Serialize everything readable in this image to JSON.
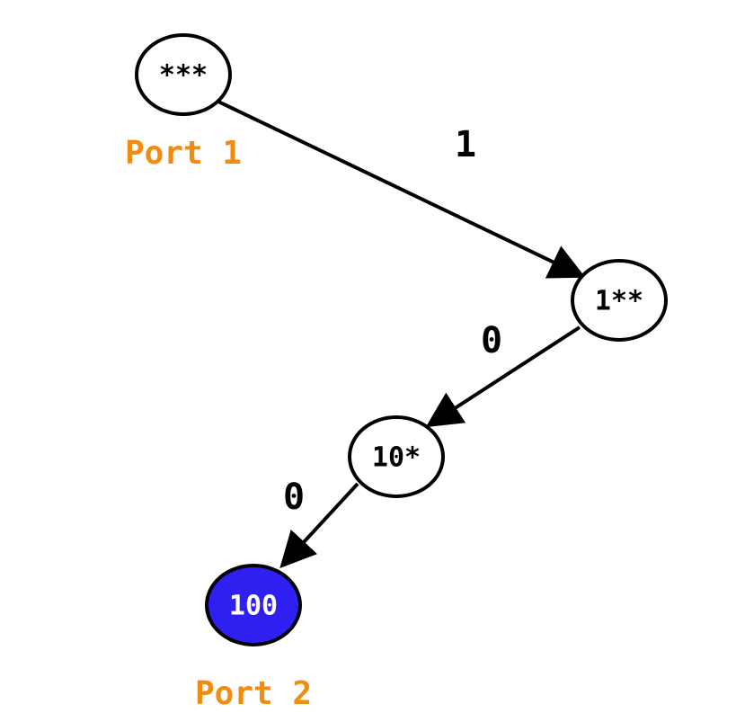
{
  "colors": {
    "stroke": "#000000",
    "node_fill": "#ffffff",
    "highlight_fill": "#2f1ff0",
    "highlight_text": "#ffffff",
    "port_label": "#f28c0f"
  },
  "nodes": {
    "root": {
      "label": "***"
    },
    "n1": {
      "label": "1**"
    },
    "n10": {
      "label": "10*"
    },
    "n100": {
      "label": "100"
    }
  },
  "edges": {
    "root_to_n1": {
      "label": "1"
    },
    "n1_to_n10": {
      "label": "0"
    },
    "n10_to_n100": {
      "label": "0"
    }
  },
  "ports": {
    "port1": {
      "label": "Port 1"
    },
    "port2": {
      "label": "Port 2"
    }
  }
}
